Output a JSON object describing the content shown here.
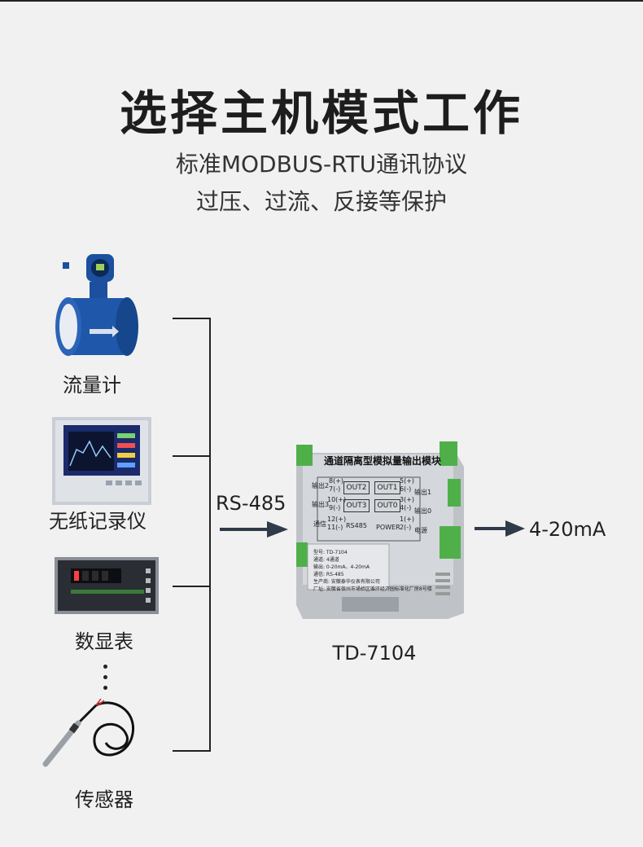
{
  "title": "选择主机模式工作",
  "subtitle_lines": [
    "标准MODBUS-RTU通讯协议",
    "过压、过流、反接等保护"
  ],
  "devices": [
    {
      "label": "流量计",
      "icon": "flowmeter-icon"
    },
    {
      "label": "无纸记录仪",
      "icon": "paperless-recorder-icon"
    },
    {
      "label": "数显表",
      "icon": "digital-display-meter-icon"
    },
    {
      "label": "传感器",
      "icon": "sensor-icon"
    }
  ],
  "input_label": "RS-485",
  "output_label": "4-20mA",
  "module": {
    "model": "TD-7104",
    "panel_title": "通道隔离型模拟量输出模块",
    "terminals_left": [
      "8(+)",
      "7(-)",
      "10(+)",
      "9(-)",
      "12(+)",
      "11(-)"
    ],
    "terminals_left_tags": [
      "输出2",
      "输出3",
      "通信"
    ],
    "terminals_right": [
      "5(+)",
      "6(-)",
      "3(+)",
      "4(-)",
      "1(+)",
      "2(-)"
    ],
    "terminals_right_tags": [
      "输出1",
      "输出0",
      "电源"
    ],
    "out_boxes": [
      "OUT2",
      "OUT1",
      "OUT3",
      "OUT0"
    ],
    "bus_label": "RS485",
    "power_label": "POWER",
    "info_lines": [
      "型号: TD-7104",
      "通道: 4通道",
      "输出: 0-20mA、4-20mA",
      "通信: RS-485",
      "生产商: 安徽泰华仪表有限公司",
      "厂址: 安徽省宿州市埇桥区循环经济园标准化厂房8号楼"
    ]
  },
  "colors": {
    "background": "#f1f1f1",
    "arrow": "#2f3a4a",
    "terminal_green": "#4fb04a",
    "flowmeter_blue": "#1c4f9e"
  }
}
